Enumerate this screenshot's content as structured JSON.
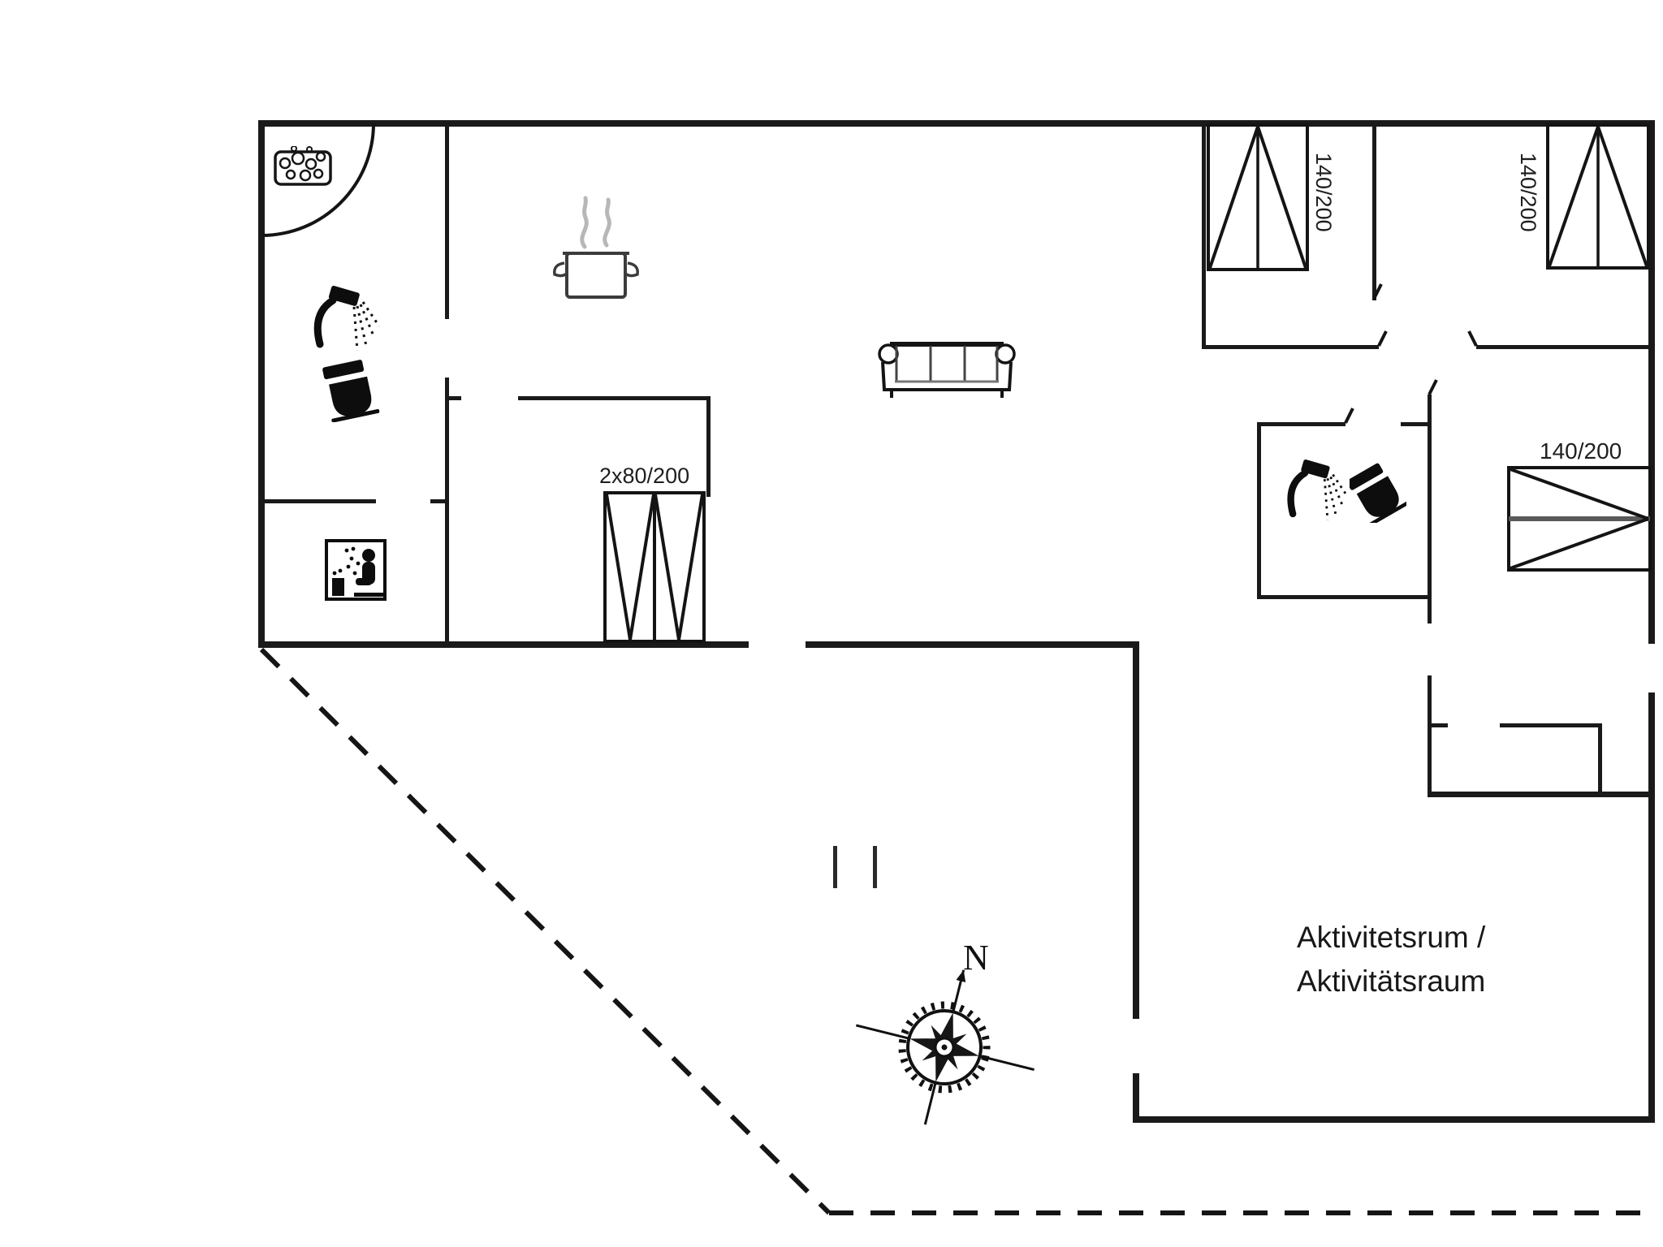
{
  "floorplan": {
    "beds": {
      "bunk": {
        "label": "2x80/200"
      },
      "double_top_left": {
        "label": "140/200"
      },
      "double_top_right": {
        "label": "140/200"
      },
      "double_right": {
        "label": "140/200"
      }
    },
    "activity_room": {
      "line1": "Aktivitetsrum /",
      "line2": "Aktivitätsraum"
    },
    "compass": {
      "north": "N"
    },
    "colors": {
      "wall": "#1a1a1a",
      "line": "#111111",
      "steam": "#b7b7b7"
    },
    "icons": [
      "whirlpool-icon",
      "door-swing-icon",
      "shower-icon",
      "toilet-icon",
      "sauna-icon",
      "cooking-pot-icon",
      "sofa-icon",
      "bunk-bed-icon",
      "double-bed-icon",
      "compass-rose-icon",
      "terrace-step-icon",
      "property-boundary-dashed"
    ]
  }
}
